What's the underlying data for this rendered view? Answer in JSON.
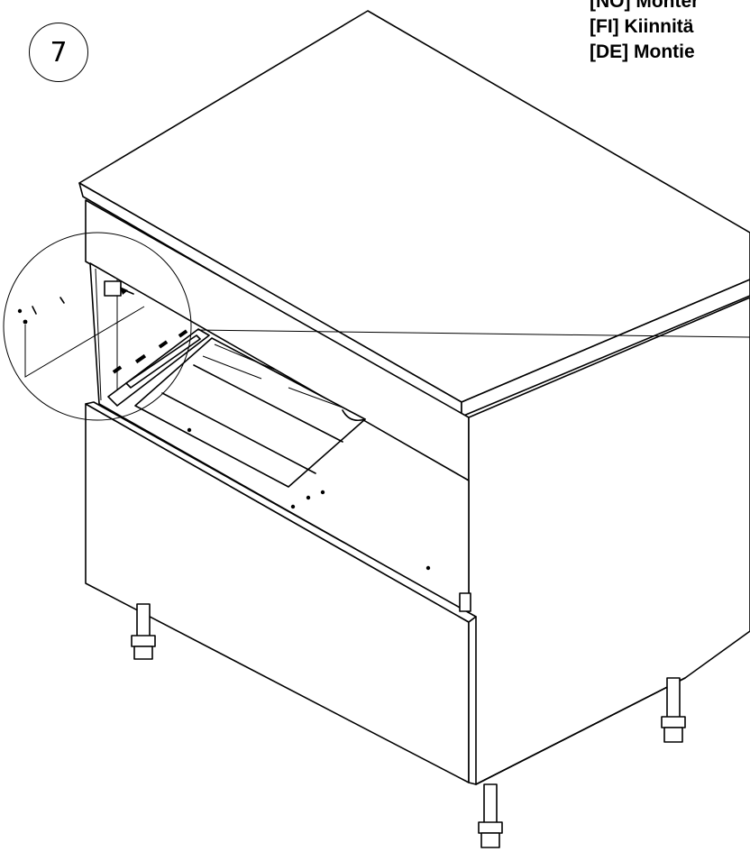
{
  "diagram": {
    "step_number": "7",
    "instructions": [
      "[NO] Monter",
      "[FI] Kiinnitä",
      "[DE] Montie"
    ]
  }
}
